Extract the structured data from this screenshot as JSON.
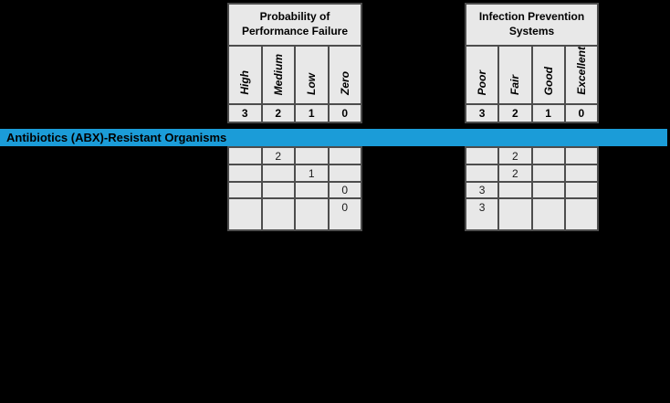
{
  "canvas": {
    "background": "#000000"
  },
  "banner": {
    "label": "Antibiotics (ABX)-Resistant Organisms",
    "background": "#1B9CD8",
    "text_color": "#000000"
  },
  "colors": {
    "cell_background": "#E8E8E8",
    "grid_border": "#4D4D4D"
  },
  "tables": [
    {
      "title": "Probability of Performance Failure",
      "column_labels": [
        "High",
        "Medium",
        "Low",
        "Zero"
      ],
      "column_scores": [
        "3",
        "2",
        "1",
        "0"
      ],
      "rows": [
        [
          "",
          "2",
          "",
          ""
        ],
        [
          "",
          "",
          "1",
          ""
        ],
        [
          "",
          "",
          "",
          "0"
        ],
        [
          "",
          "",
          "",
          "0"
        ]
      ]
    },
    {
      "title": "Infection Prevention Systems",
      "column_labels": [
        "Poor",
        "Fair",
        "Good",
        "Excellent"
      ],
      "column_scores": [
        "3",
        "2",
        "1",
        "0"
      ],
      "rows": [
        [
          "",
          "2",
          "",
          ""
        ],
        [
          "",
          "2",
          "",
          ""
        ],
        [
          "3",
          "",
          "",
          ""
        ],
        [
          "3",
          "",
          "",
          ""
        ]
      ]
    }
  ]
}
